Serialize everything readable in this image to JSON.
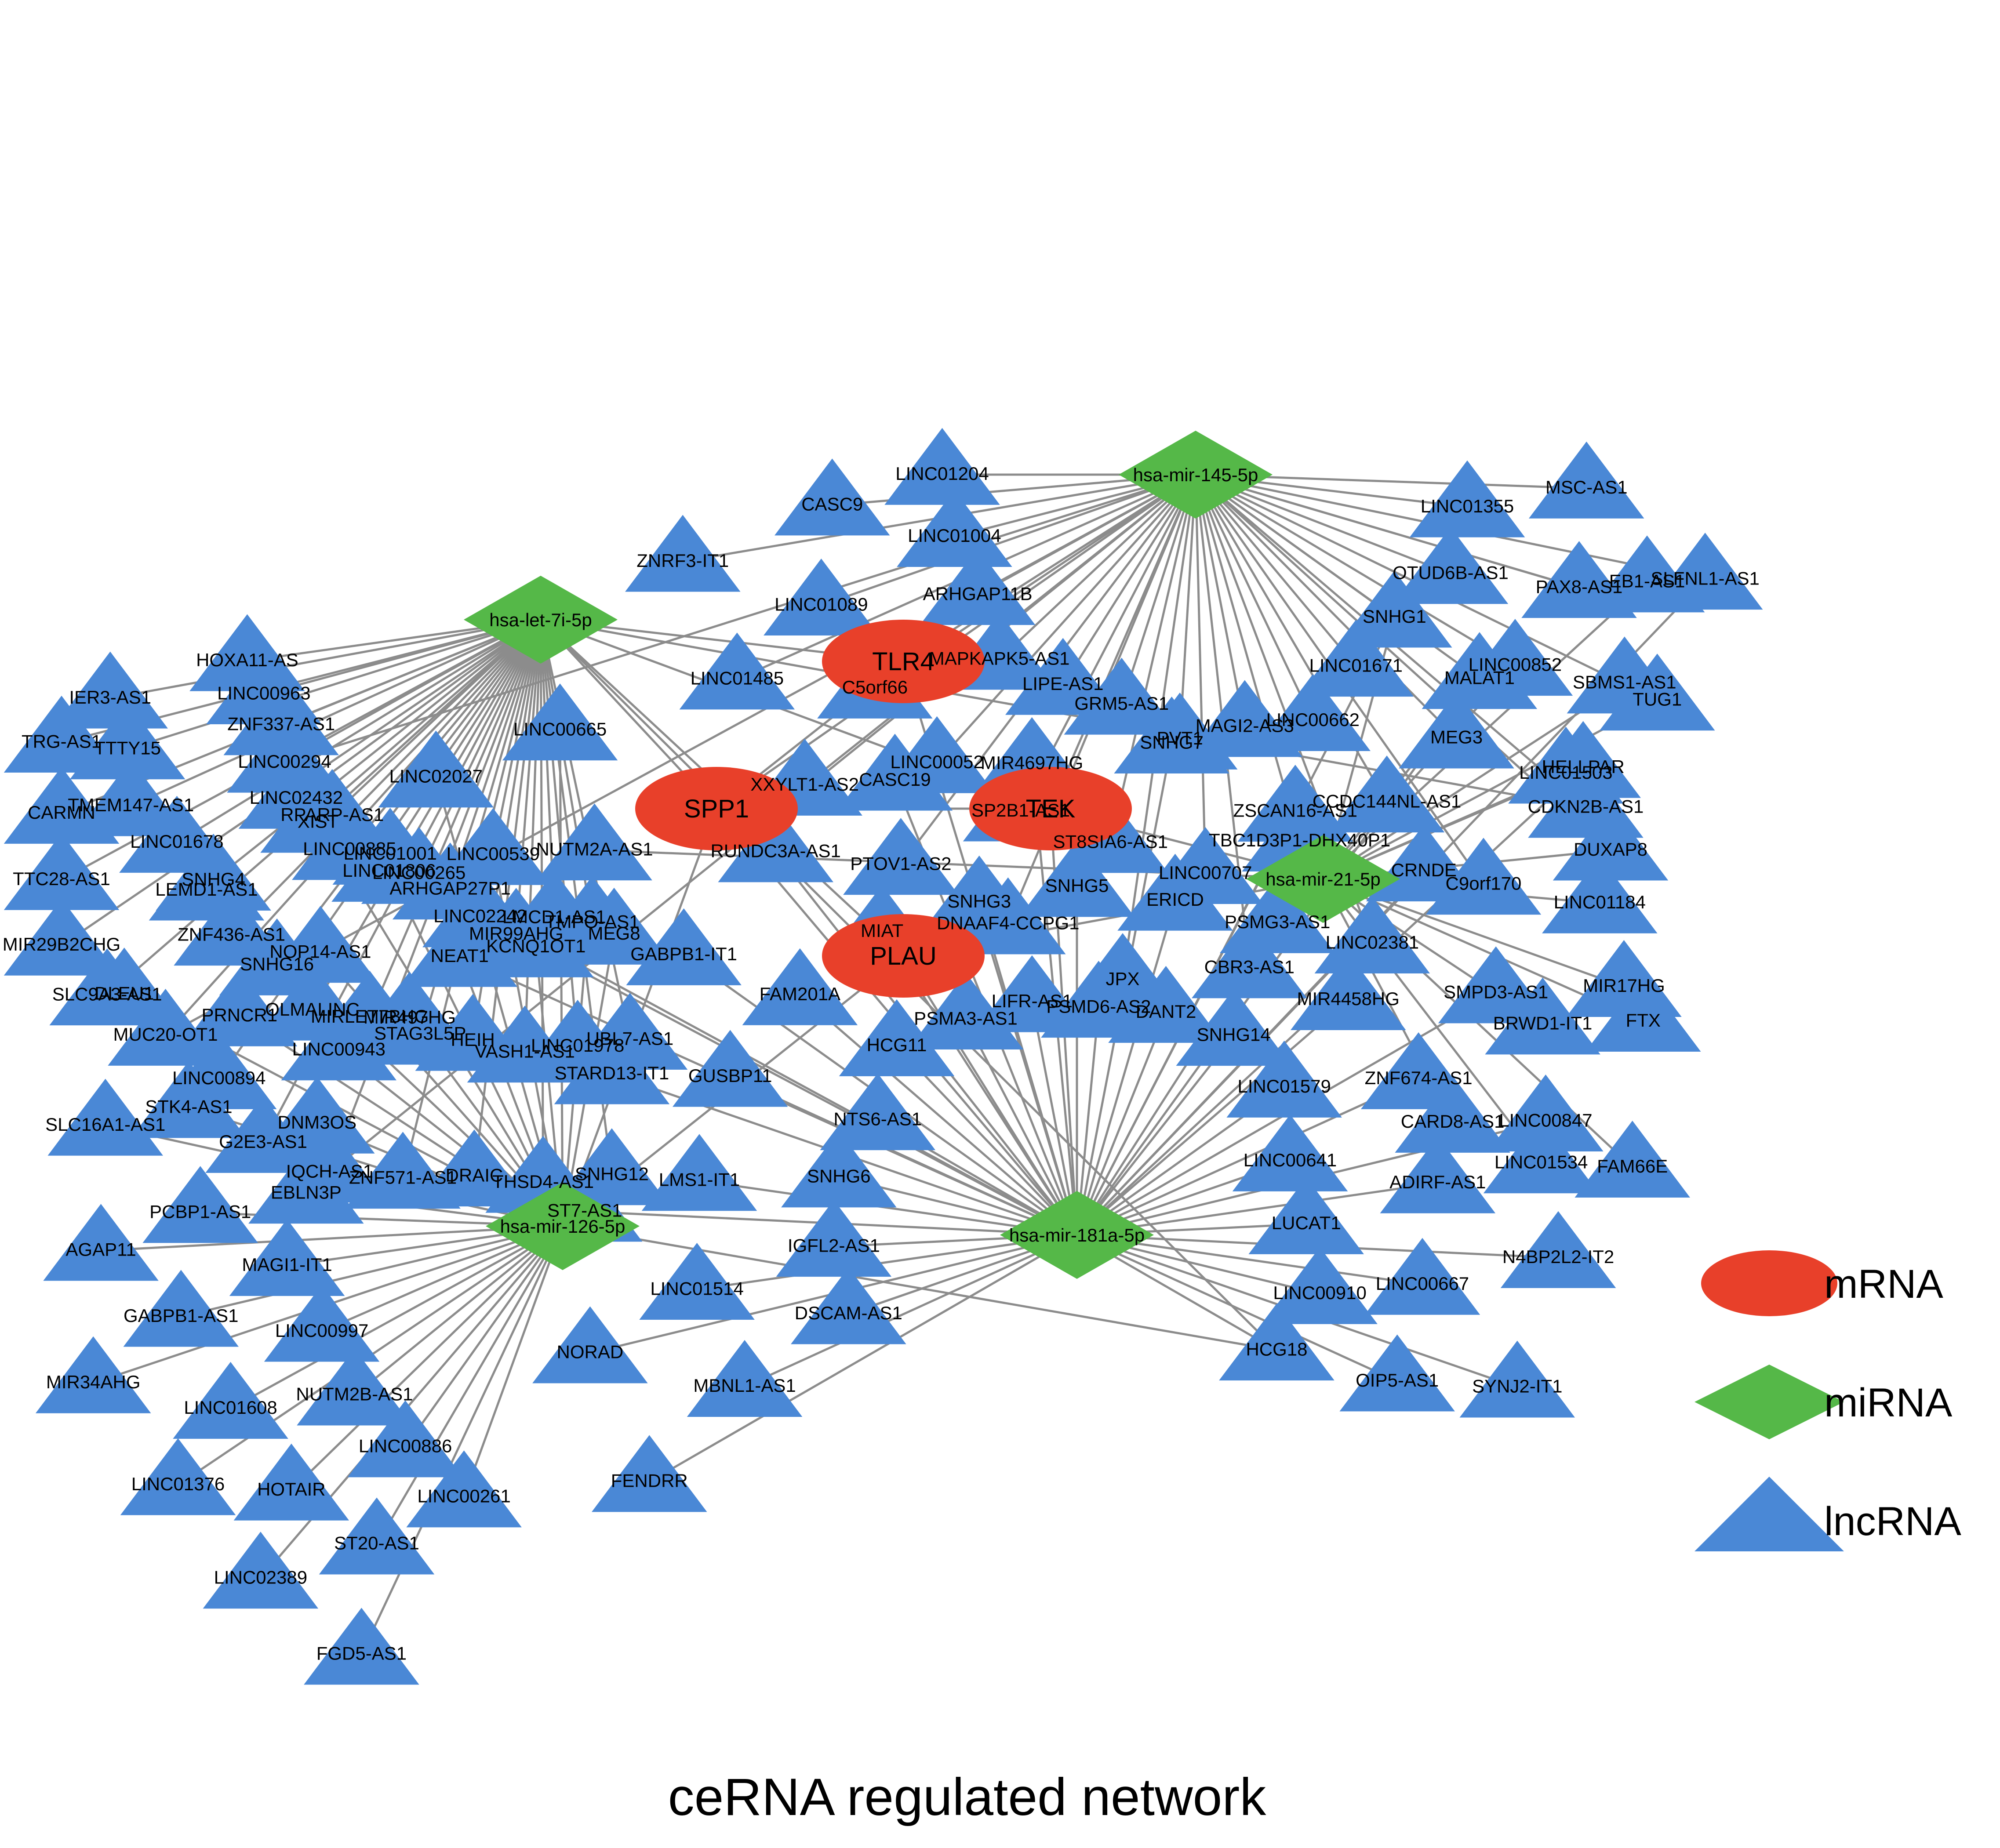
{
  "caption": "ceRNA regulated network",
  "legend": [
    {
      "label": "mRNA",
      "shape": "ellipse",
      "color": "#e8402a"
    },
    {
      "label": "miRNA",
      "shape": "diamond",
      "color": "#55b848"
    },
    {
      "label": "lncRNA",
      "shape": "triangle",
      "color": "#4a88d6"
    }
  ],
  "colors": {
    "edge": "#8c8c8c",
    "mrna": "#e8402a",
    "mirna": "#55b848",
    "lncrna": "#4a88d6"
  },
  "mrnas": [
    "TLR4",
    "SPP1",
    "TEK",
    "PLAU"
  ],
  "mirnas": [
    "hsa-let-7i-5p",
    "hsa-mir-145-5p",
    "hsa-mir-21-5p",
    "hsa-mir-126-5p",
    "hsa-mir-181a-5p"
  ],
  "lncrnas": {
    "hsa-let-7i-5p": [
      "HOXA11-AS",
      "IER3-AS1",
      "TRG-AS1",
      "LINC00963",
      "TTTY15",
      "CARMN",
      "ZNF337-AS1",
      "TMEM147-AS1",
      "TTC28-AS1",
      "LINC00294",
      "LINC01678",
      "MIR29B2CHG",
      "LINC02432",
      "SNHG4",
      "SLC9A3-AS1",
      "RPARP-AS1",
      "ZNF436-AS1",
      "MUC20-OT1",
      "LINC00885",
      "SNHG16",
      "LINC00894",
      "LINC01001",
      "OLMALINC",
      "G2E3-AS1",
      "LINC00265",
      "MIRLET7BHG",
      "IQCH-AS1",
      "ARHGAP27P1",
      "STAG3L5P",
      "ZNF571-AS1",
      "LINC02242",
      "HEIH",
      "DRAIC",
      "MIR99AHG",
      "VASH1-AS1",
      "THSD4-AS1",
      "LMCD1-AS1",
      "LINC01978",
      "SNHG12",
      "TMPO-AS1",
      "UBL7-AS1"
    ],
    "hsa-mir-145-5p": [
      "LINC01204",
      "CASC9",
      "ZNRF3-IT1",
      "LINC01004",
      "LINC01089",
      "LINC01485",
      "ARHGAP11B",
      "C5orf66",
      "XXYLT1-AS2",
      "MAPKAPK5-AS1",
      "LINC00052",
      "PTOV1-AS2",
      "LIPE-AS1",
      "SP2B1-AS1",
      "DNAAF4-CCPG1",
      "GRM5-AS1",
      "ST8SIA6-AS1",
      "JPX",
      "PVT1",
      "LINC00707",
      "CBR3-AS1",
      "MAGI2-AS3",
      "TBC1D3P1-DHX40P1",
      "LINC02381",
      "LINC00662",
      "CCDC144NL-AS1",
      "C9orf170",
      "LINC01671",
      "MEG3",
      "CDKN2B-AS1",
      "SNHG1",
      "LINC00852",
      "TUG1",
      "OTUD6B-AS1",
      "PAX8-AS1",
      "SLFNL1-AS1",
      "LINC01355",
      "MSC-AS1"
    ],
    "hsa-mir-21-5p": [
      "CARD8-AS1",
      "LINC01534",
      "FAM66E",
      "BRWD1-IT1",
      "FTX",
      "MIR17HG",
      "LINC01184",
      "DUXAP8",
      "HELLPAR",
      "LINC01503",
      "SBMS1-AS1",
      "EB1-AS1",
      "MALAT1"
    ],
    "hsa-mir-126-5p": [
      "MEG8",
      "NUTM2A-AS1",
      "LINC00665",
      "KCNQ1OT1",
      "LINC00539",
      "LINC02027",
      "NEAT1",
      "LINC01806",
      "XIST",
      "MIR497HG",
      "NOP14-AS1",
      "LEMD1-AS1",
      "LINC00943",
      "PRNCR1",
      "DLEU1",
      "DNM3OS",
      "STK4-AS1",
      "SLC16A1-AS1",
      "EBLN3P",
      "PCBP1-AS1",
      "AGAP11",
      "MAGI1-IT1",
      "GABPB1-AS1",
      "MIR34AHG",
      "LINC00997",
      "LINC01608",
      "LINC01376",
      "NUTM2B-AS1",
      "HOTAIR",
      "LINC02389",
      "LINC00886",
      "ST20-AS1",
      "FGD5-AS1",
      "LINC00261"
    ],
    "hsa-mir-181a-5p": [
      "HCG18",
      "OIP5-AS1",
      "SYNJ2-IT1",
      "LINC00910",
      "LINC00667",
      "N4BP2L2-IT2",
      "LUCAT1",
      "ADIRF-AS1",
      "LINC00847",
      "LINC00641",
      "ZNF674-AS1",
      "SMPD3-AS1",
      "LINC01579",
      "MIR4458HG",
      "CRNDE",
      "SNHG14",
      "PSMG3-AS1",
      "ZSCAN16-AS1",
      "DANT2",
      "ERICD",
      "SNHG7",
      "PSMD6-AS2",
      "SNHG5",
      "MIR4697HG",
      "LIFR-AS1",
      "SNHG3",
      "CASC19",
      "PSMA3-AS1",
      "MIAT",
      "RUNDC3A-AS1",
      "HCG11",
      "FAM201A",
      "GABPB1-IT1",
      "NTS6-AS1",
      "GUSBP11",
      "STARD13-IT1",
      "SNHG6",
      "LMS1-IT1",
      "ST7-AS1",
      "IGFL2-AS1",
      "LINC01514",
      "NORAD",
      "DSCAM-AS1",
      "MBNL1-AS1",
      "FENDRR"
    ]
  }
}
